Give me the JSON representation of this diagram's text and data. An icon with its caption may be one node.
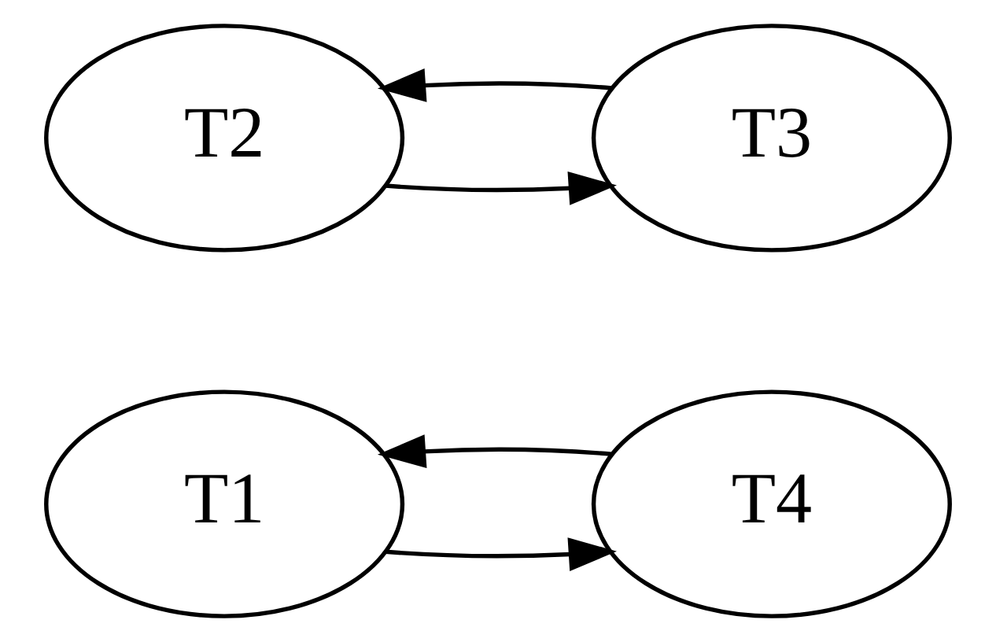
{
  "diagram": {
    "nodes": [
      {
        "text": [
          "T2"
        ]
      },
      {
        "text": [
          "T3"
        ]
      },
      {
        "text": [
          "T1"
        ]
      },
      {
        "text": [
          "T4"
        ]
      }
    ],
    "edges": [
      {
        "from": 0,
        "to": 1,
        "arrow": "to"
      },
      {
        "from": 1,
        "to": 0,
        "arrow": "to"
      },
      {
        "from": 2,
        "to": 3,
        "arrow": "to"
      },
      {
        "from": 3,
        "to": 2,
        "arrow": "to"
      }
    ]
  }
}
